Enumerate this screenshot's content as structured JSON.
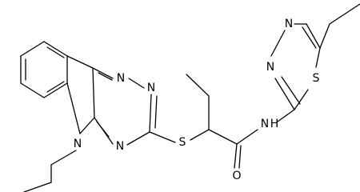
{
  "atoms": [
    {
      "id": "N_tr1",
      "label": "N"
    },
    {
      "id": "N_tr2",
      "label": "N"
    },
    {
      "id": "N_tr3",
      "label": "N"
    },
    {
      "id": "N_ind",
      "label": "N"
    },
    {
      "id": "S_link",
      "label": "S"
    },
    {
      "id": "O_amide",
      "label": "O"
    },
    {
      "id": "N_amide",
      "label": "N"
    },
    {
      "id": "H_amide",
      "label": "H"
    },
    {
      "id": "N_thd1",
      "label": "N"
    },
    {
      "id": "N_thd2",
      "label": "N"
    },
    {
      "id": "S_thd",
      "label": "S"
    }
  ]
}
